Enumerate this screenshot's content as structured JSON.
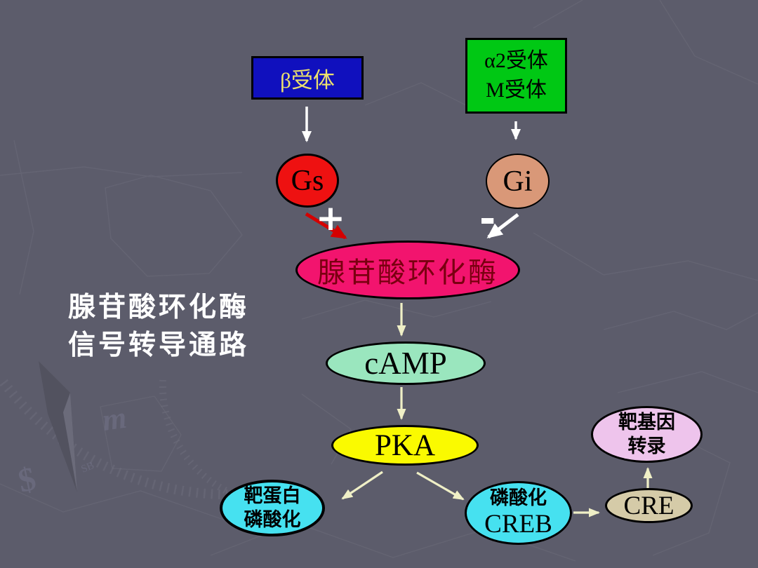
{
  "slide": {
    "background_color": "#5C5C6B",
    "title": {
      "line1": "腺苷酸环化酶",
      "line2": "信号转导通路",
      "color": "#FFFFFF"
    },
    "receptors": {
      "beta": {
        "label": "β受体",
        "fill": "#1010BE",
        "text_color": "#EBE06E"
      },
      "alpha_m": {
        "line1": "α2受体",
        "line2": "M受体",
        "fill": "#00C814",
        "text_color": "#000000"
      }
    },
    "g_proteins": {
      "gs": {
        "label": "Gs",
        "fill": "#EE1111",
        "sign": "+"
      },
      "gi": {
        "label": "Gi",
        "fill": "#D99878",
        "sign": "-"
      }
    },
    "enzyme": {
      "label": "腺苷酸环化酶",
      "fill": "#F2146E",
      "text_color": "#7A0010"
    },
    "second_messengers": {
      "camp": {
        "label": "cAMP",
        "fill": "#9AE6BE"
      },
      "pka": {
        "label": "PKA",
        "fill": "#FAFA00"
      }
    },
    "effects": {
      "target_protein": {
        "line1": "靶蛋白",
        "line2": "磷酸化",
        "fill": "#46E1F0"
      },
      "phospho_creb": {
        "line1": "磷酸化",
        "line2": "CREB",
        "fill": "#46E1F0"
      },
      "cre": {
        "label": "CRE",
        "fill": "#D5CBA8"
      },
      "target_gene": {
        "line1": "靶基因",
        "line2": "转录",
        "fill": "#EEC4EC"
      }
    },
    "arrow_colors": {
      "stimulate": "#D40000",
      "inhibit": "#FFFFFF",
      "receptor_link": "#FFFFFF",
      "flow": "#EFEFC6"
    }
  }
}
